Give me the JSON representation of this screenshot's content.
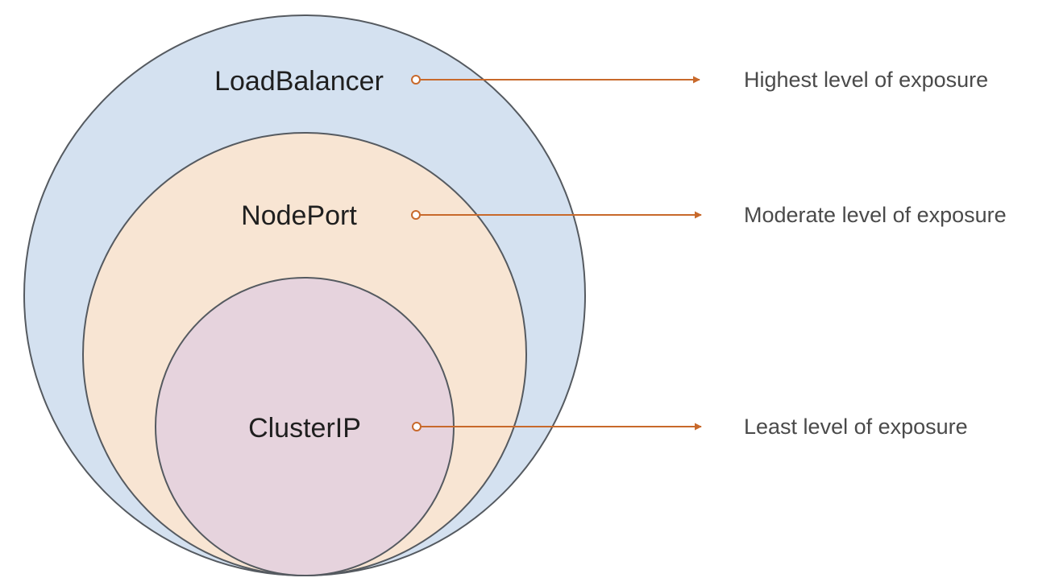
{
  "colors": {
    "loadbalancer_fill": "#d4e1f0",
    "nodeport_fill": "#f8e5d3",
    "clusterip_fill": "#e6d3dd",
    "outline": "#555a60",
    "connector": "#c8692b"
  },
  "service_types": [
    {
      "name": "LoadBalancer",
      "exposure": "Highest level of exposure"
    },
    {
      "name": "NodePort",
      "exposure": "Moderate level of exposure"
    },
    {
      "name": "ClusterIP",
      "exposure": "Least level of exposure"
    }
  ]
}
